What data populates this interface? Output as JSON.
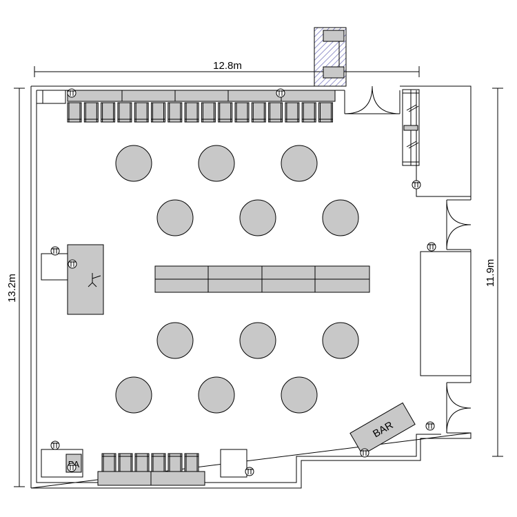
{
  "dimensions": {
    "width": "12.8m",
    "depth_left": "13.2m",
    "depth_right": "11.9m"
  },
  "labels": {
    "bar": "BAR",
    "pa": "PA"
  },
  "colors": {
    "furniture_fill": "#c8c8c8",
    "line": "#000000",
    "wall_gap": "#ffffff"
  },
  "icons": {
    "outlet": "electric-outlet-icon",
    "stage_mic": "microphone-stand-icon"
  }
}
